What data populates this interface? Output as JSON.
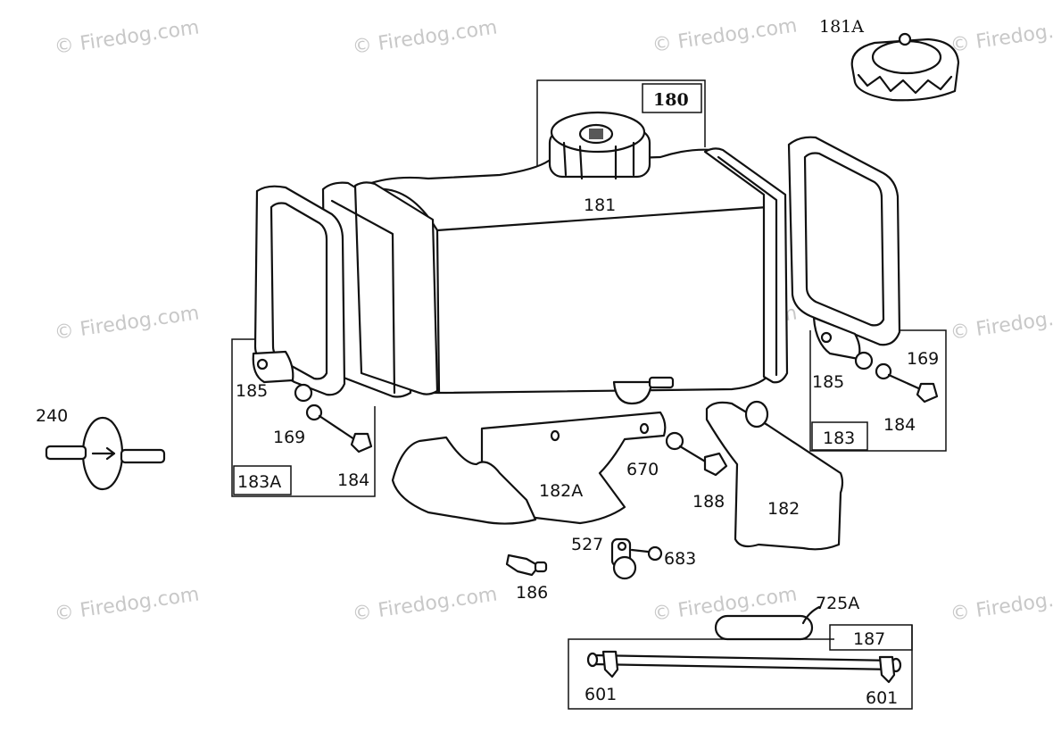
{
  "watermark": "© Firedog.com",
  "callouts": {
    "p180": "180",
    "p181": "181",
    "p181a": "181A",
    "p182": "182",
    "p182a": "182A",
    "p183": "183",
    "p183a": "183A",
    "p184_left": "184",
    "p184_right": "184",
    "p185_left": "185",
    "p185_right": "185",
    "p169_left": "169",
    "p169_right": "169",
    "p186": "186",
    "p187": "187",
    "p188": "188",
    "p240": "240",
    "p527": "527",
    "p601_left": "601",
    "p601_right": "601",
    "p670": "670",
    "p683": "683",
    "p725a": "725A"
  }
}
